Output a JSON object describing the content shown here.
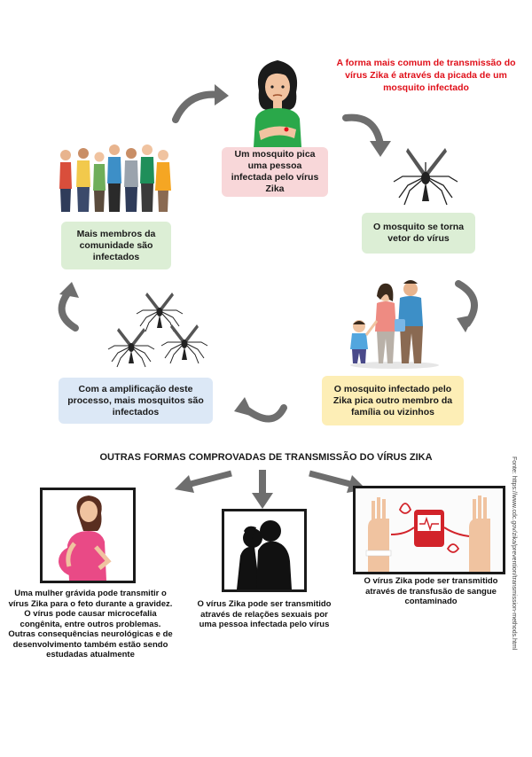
{
  "cycle": {
    "intro": "A forma mais comum de transmissão do vírus Zika é através da picada de um mosquito infectado",
    "step1": "Um mosquito pica uma pessoa infectada pelo vírus Zika",
    "step2": "O mosquito se torna vetor do vírus",
    "step3": "O mosquito infectado pelo Zika pica outro membro da família ou vizinhos",
    "step4": "Com a amplificação deste processo, mais mosquitos são infectados",
    "step5": "Mais membros da comunidade são infectados"
  },
  "other": {
    "heading": "OUTRAS FORMAS COMPROVADAS DE TRANSMISSÃO  DO VÍRUS ZIKA",
    "pregnancy": "Uma mulher grávida pode transmitir o vírus Zika para o feto durante a gravidez. O vírus pode causar microcefalia congênita, entre outros problemas. Outras consequências neurológicas e de desenvolvimento também estão sendo estudadas atualmente",
    "sexual": "O vírus Zika pode ser transmitido através de relações sexuais por uma pessoa infectada pelo vírus",
    "transfusion": "O vírus Zika pode ser transmitido através de transfusão de sangue contaminado"
  },
  "source": "Fonte: https://www.cdc.gov/zika/prevention/transmission-methods.html",
  "colors": {
    "pink_box": "#f8d7d9",
    "green_box": "#dceed5",
    "blue_box": "#dce8f6",
    "yellow_box": "#fdeeb6",
    "accent_red": "#e0101a",
    "arrow_grey": "#6e6e6e"
  }
}
